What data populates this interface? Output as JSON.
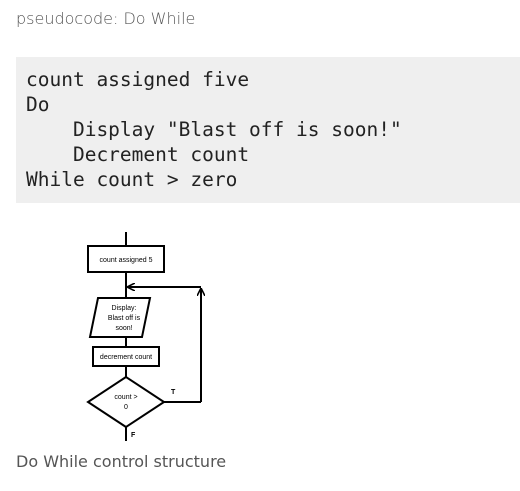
{
  "heading": "pseudocode: Do While",
  "code": {
    "lines": [
      "count assigned five",
      "Do",
      "    Display \"Blast off is soon!\"",
      "    Decrement count",
      "While count > zero"
    ]
  },
  "flowchart": {
    "box1": "count assigned 5",
    "display_lines": [
      "Display:",
      "Blast off is",
      "soon!"
    ],
    "box2": "decrement count",
    "decision_lines": [
      "count >",
      "0"
    ],
    "true_label": "T",
    "false_label": "F"
  },
  "caption": "Do While control structure"
}
